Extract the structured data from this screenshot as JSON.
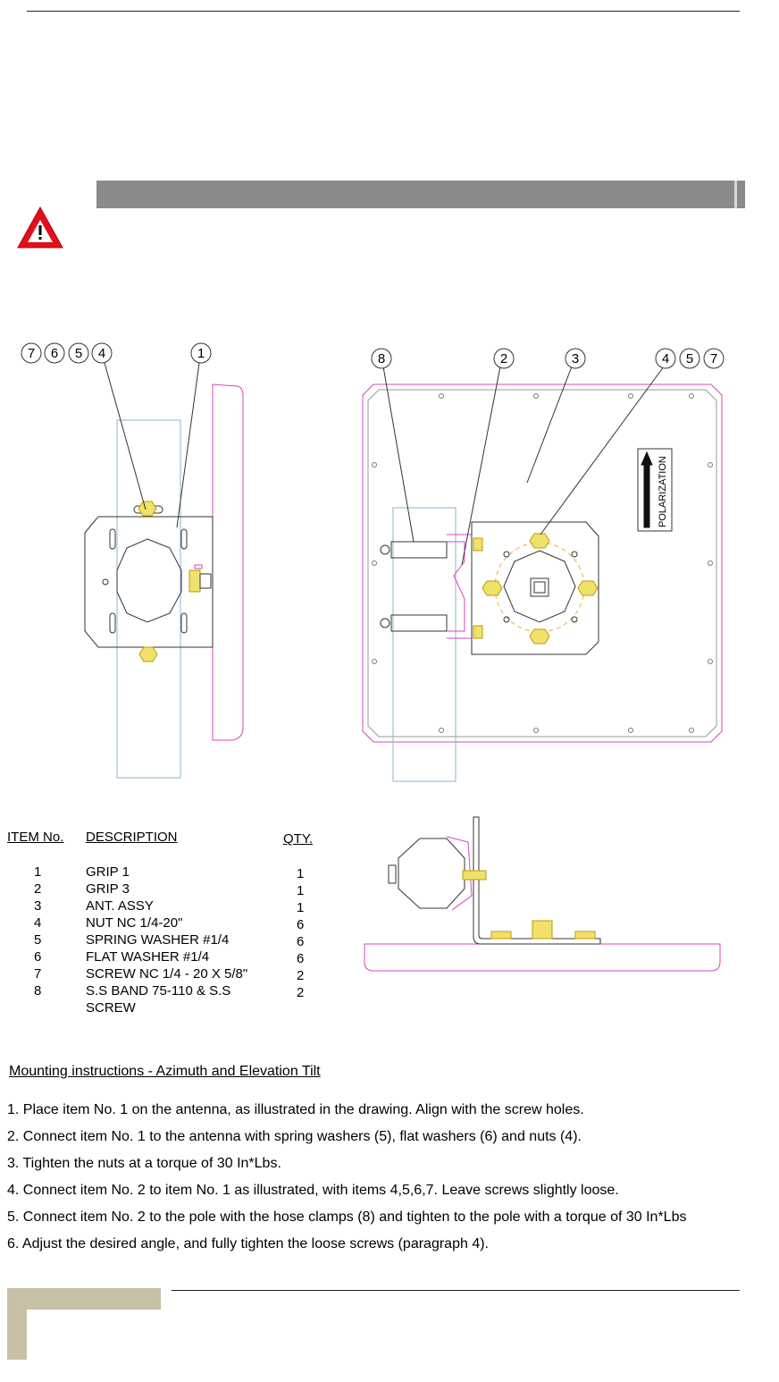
{
  "callouts": {
    "side": [
      "7",
      "6",
      "5",
      "4",
      "1"
    ],
    "front": [
      "8",
      "2",
      "3",
      "4",
      "5",
      "7"
    ]
  },
  "polarization_label": "POLARIZATION",
  "bom": {
    "headers": {
      "item": "ITEM No.",
      "description": "DESCRIPTION",
      "qty": "QTY."
    },
    "rows": [
      {
        "no": "1",
        "desc": "GRIP 1",
        "qty": "1"
      },
      {
        "no": "2",
        "desc": "GRIP 3",
        "qty": "1"
      },
      {
        "no": "3",
        "desc": "ANT. ASSY",
        "qty": "1"
      },
      {
        "no": "4",
        "desc": "NUT NC 1/4-20\"",
        "qty": "6"
      },
      {
        "no": "5",
        "desc": "SPRING WASHER #1/4",
        "qty": "6"
      },
      {
        "no": "6",
        "desc": "FLAT WASHER #1/4",
        "qty": "6"
      },
      {
        "no": "7",
        "desc": "SCREW NC 1/4 - 20 X 5/8\"",
        "qty": "2"
      },
      {
        "no": "8",
        "desc": "S.S BAND 75-110 & S.S SCREW",
        "qty": "2"
      }
    ]
  },
  "mounting": {
    "title": "Mounting instructions - Azimuth and Elevation Tilt",
    "steps": [
      "1.  Place item No. 1 on the antenna, as illustrated in the drawing. Align with the screw holes.",
      "2.  Connect item No. 1 to the antenna with spring washers (5), flat washers (6) and nuts (4).",
      "3.  Tighten the nuts at a torque of 30 In*Lbs.",
      "4.  Connect item No. 2 to item No. 1 as illustrated, with items 4,5,6,7.  Leave screws slightly loose.",
      "5.  Connect item No. 2 to the pole with the hose clamps (8) and tighten to the pole with a torque of 30 In*Lbs",
      "6.   Adjust the desired angle, and fully tighten the loose screws (paragraph 4)."
    ]
  }
}
